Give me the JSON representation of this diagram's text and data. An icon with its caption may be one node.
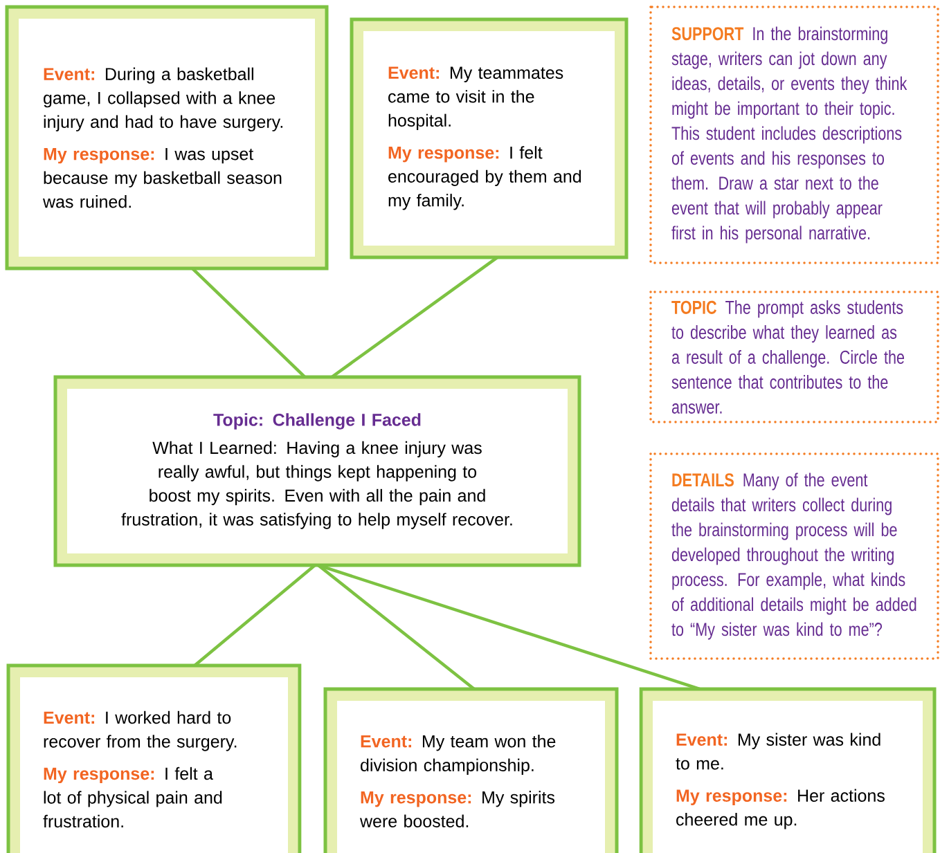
{
  "diagram": {
    "nodes": [
      {
        "text": [
          "Event:",
          "During a basketball game, I collapsed with a knee injury and had to have surgery.",
          "My response:",
          "I was upset because my basketball season was ruined."
        ]
      },
      {
        "text": [
          "Event:",
          "My teammates came to visit in the hospital.",
          "My response:",
          "I felt encouraged by them and my family."
        ]
      },
      {
        "text": [
          "SUPPORT",
          "In the brainstorming stage, writers can jot down any ideas, details, or events they think might be important to their topic. This student includes descriptions of events and his responses to them. Draw a star next to the event that will probably appear first in his personal narrative."
        ]
      },
      {
        "text": [
          "TOPIC",
          "The prompt asks students to describe what they learned as a result of a challenge. Circle the sentence that contributes to the answer."
        ]
      },
      {
        "text": [
          "Topic: Challenge I Faced",
          "What I Learned: Having a knee injury was really awful, but things kept happening to boost my spirits. Even with all the pain and frustration, it was satisfying to help myself recover."
        ]
      },
      {
        "text": [
          "DETAILS",
          "Many of the event details that writers collect during the brainstorming process will be developed throughout the writing process. For example, what kinds of additional details might be added to “My sister was kind to me”?"
        ]
      },
      {
        "text": [
          "Event:",
          "I worked hard to recover from the surgery.",
          "My response:",
          "I felt a lot of physical pain and frustration."
        ]
      },
      {
        "text": [
          "Event:",
          "My team won the division championship.",
          "My response:",
          "My spirits were boosted."
        ]
      },
      {
        "text": [
          "Event:",
          "My sister was kind to me.",
          "My response:",
          "Her actions cheered me up."
        ]
      }
    ],
    "edges": [
      {
        "from": 0,
        "to": 4,
        "arrow": "none"
      },
      {
        "from": 1,
        "to": 4,
        "arrow": "none"
      },
      {
        "from": 4,
        "to": 6,
        "arrow": "none"
      },
      {
        "from": 4,
        "to": 7,
        "arrow": "none"
      },
      {
        "from": 4,
        "to": 8,
        "arrow": "none"
      }
    ]
  }
}
